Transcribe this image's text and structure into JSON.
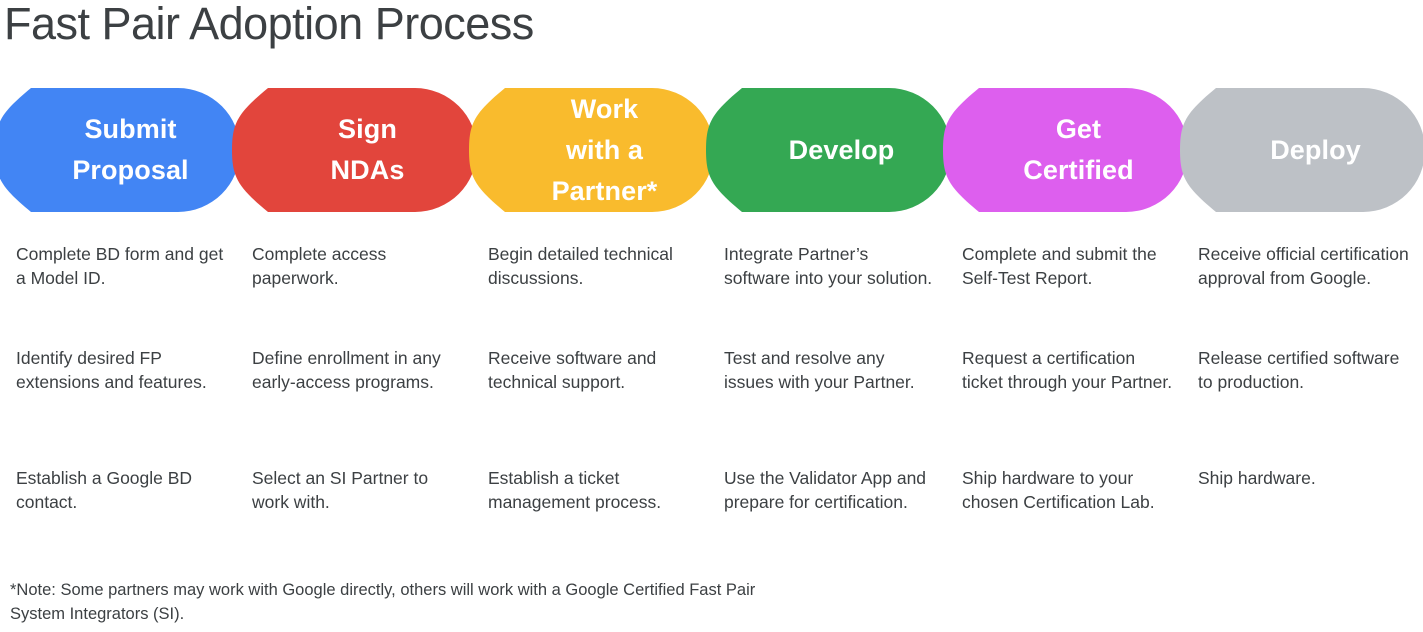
{
  "page": {
    "title": "Fast Pair Adoption Process",
    "background_color": "#ffffff",
    "text_color": "#3c4043"
  },
  "stages": [
    {
      "id": "submit-proposal",
      "label": "Submit\nProposal",
      "color": "#4285f4",
      "label_color": "#ffffff",
      "items": [
        "Complete BD form and get a Model ID.",
        "Identify desired FP extensions and features.",
        "Establish a Google BD contact."
      ]
    },
    {
      "id": "sign-ndas",
      "label": "Sign\nNDAs",
      "color": "#e2453c",
      "label_color": "#ffffff",
      "items": [
        "Complete access paperwork.",
        "Define enrollment in any early-access programs.",
        "Select an SI Partner to work with."
      ]
    },
    {
      "id": "work-with-a-partner",
      "label": "Work\nwith a\nPartner*",
      "color": "#f9bb2d",
      "label_color": "#ffffff",
      "items": [
        "Begin detailed technical discussions.",
        "Receive software and technical support.",
        "Establish a ticket management process."
      ]
    },
    {
      "id": "develop",
      "label": "Develop",
      "color": "#34a853",
      "label_color": "#ffffff",
      "items": [
        "Integrate Partner’s software into your solution.",
        "Test and resolve any issues with your Partner.",
        "Use the Validator App and prepare for certification."
      ]
    },
    {
      "id": "get-certified",
      "label": "Get\nCertified",
      "color": "#dd5fee",
      "label_color": "#ffffff",
      "items": [
        "Complete and submit the Self-Test Report.",
        "Request a certification ticket through your Partner.",
        "Ship hardware to your chosen Certification Lab."
      ]
    },
    {
      "id": "deploy",
      "label": "Deploy",
      "color": "#bdc1c6",
      "label_color": "#ffffff",
      "items": [
        "Receive official certification approval from Google.",
        "Release certified software to production.",
        "Ship hardware."
      ]
    }
  ],
  "footnote": "*Note: Some partners may work with Google directly, others will work with a Google Certified Fast Pair System Integrators (SI)."
}
